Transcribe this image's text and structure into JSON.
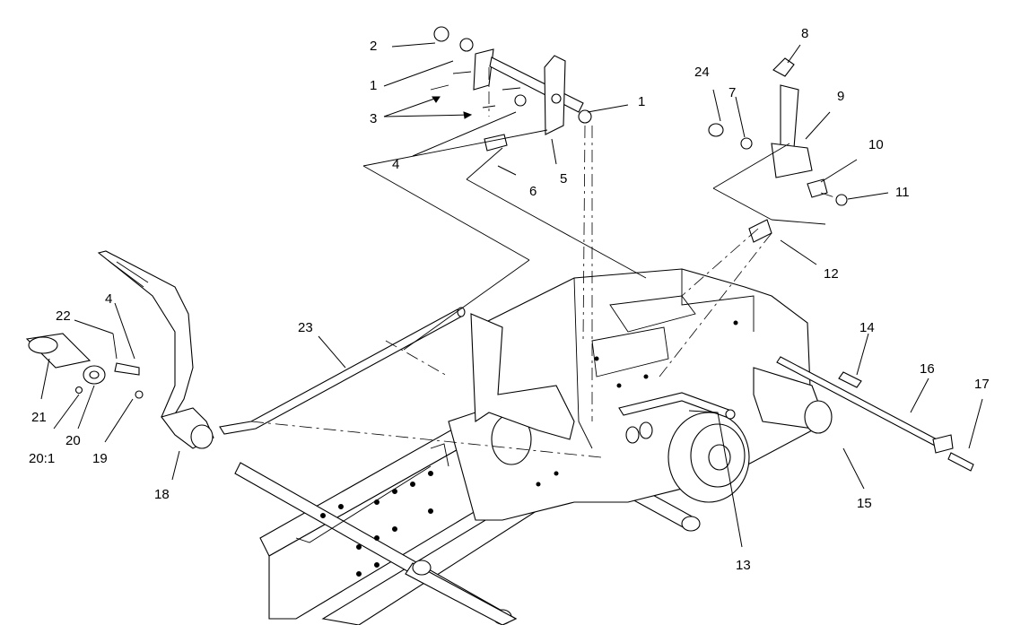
{
  "diagram": {
    "callouts": [
      "1",
      "1",
      "2",
      "3",
      "4",
      "4",
      "5",
      "6",
      "7",
      "8",
      "9",
      "10",
      "11",
      "12",
      "13",
      "14",
      "15",
      "16",
      "17",
      "18",
      "19",
      "20",
      "20:1",
      "21",
      "22",
      "23",
      "24"
    ]
  }
}
